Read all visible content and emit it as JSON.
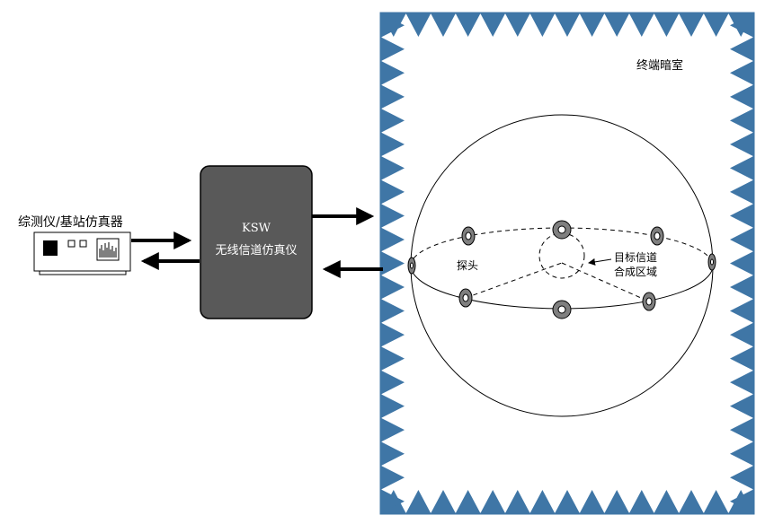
{
  "labels": {
    "tester": "综测仪/基站仿真器",
    "ksw_title": "KSW",
    "ksw_subtitle": "无线信道仿真仪",
    "chamber": "终端暗室",
    "probe": "探头",
    "target_line1": "目标信道",
    "target_line2": "合成区域"
  },
  "colors": {
    "absorber": "#3f76a6",
    "ksw_box": "#595959",
    "probe_ring": "#7f7f7f",
    "arrow": "#000000"
  }
}
